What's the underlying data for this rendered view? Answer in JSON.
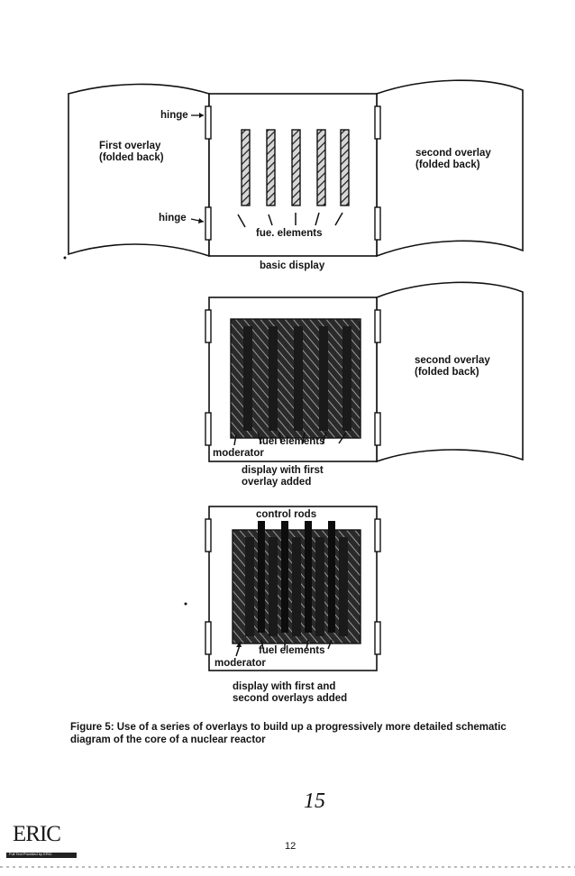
{
  "figure_labels": {
    "hinge_top": "hinge",
    "hinge_bottom": "hinge",
    "first_overlay_folded": "First overlay\n(folded back)",
    "second_overlay_folded_1": "second overlay\n(folded back)",
    "fuel_elements_1": "fue. elements",
    "basic_display": "basic display",
    "second_overlay_folded_2": "second overlay\n(folded back)",
    "fuel_elements_2": "fuel elements",
    "moderator_2": "moderator",
    "display_first_overlay": "display with first\noverlay added",
    "control_rods": "control rods",
    "fuel_elements_3": "fuel elements",
    "moderator_3": "moderator",
    "display_both_overlays": "display with first and\nsecond overlays added"
  },
  "caption": "Figure 5: Use of a series of overlays to build up a progressively more detailed schematic diagram of the core of a nuclear reactor",
  "big_page_number": "15",
  "page_number": "12",
  "logo": {
    "text": "ERIC",
    "band_text": "Full Text Provided by ERIC"
  }
}
